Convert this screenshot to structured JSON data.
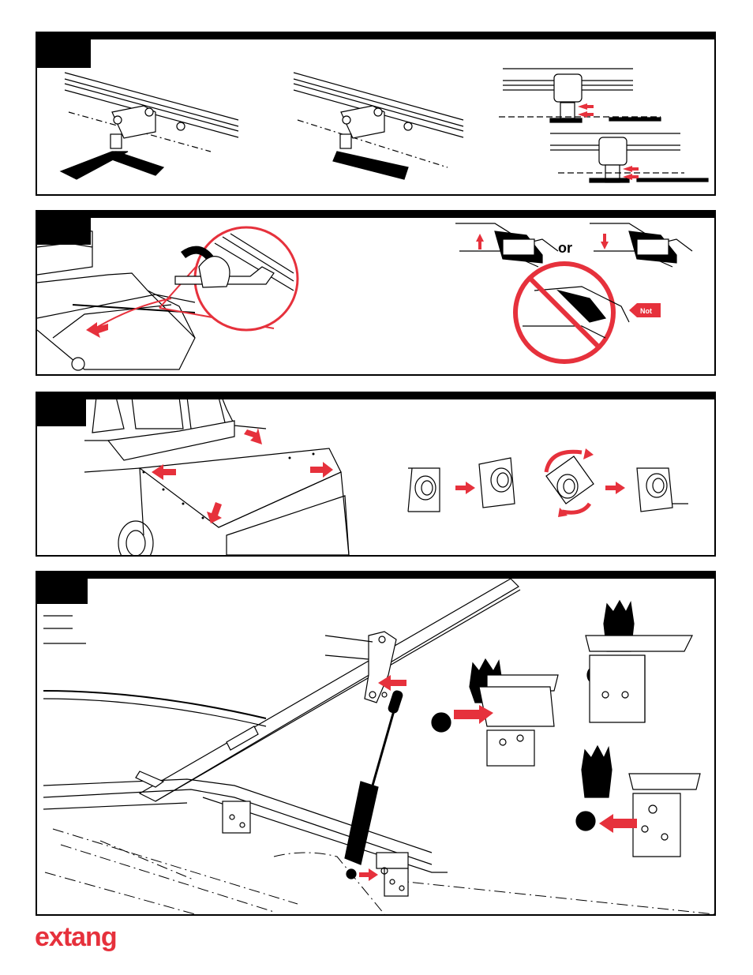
{
  "brand": {
    "logo_text": "extang",
    "accent_color": "#e6313c"
  },
  "panel2": {
    "or_label": "or",
    "not_label": "Not"
  },
  "colors": {
    "ink": "#000000",
    "arrow": "#e6313c"
  }
}
